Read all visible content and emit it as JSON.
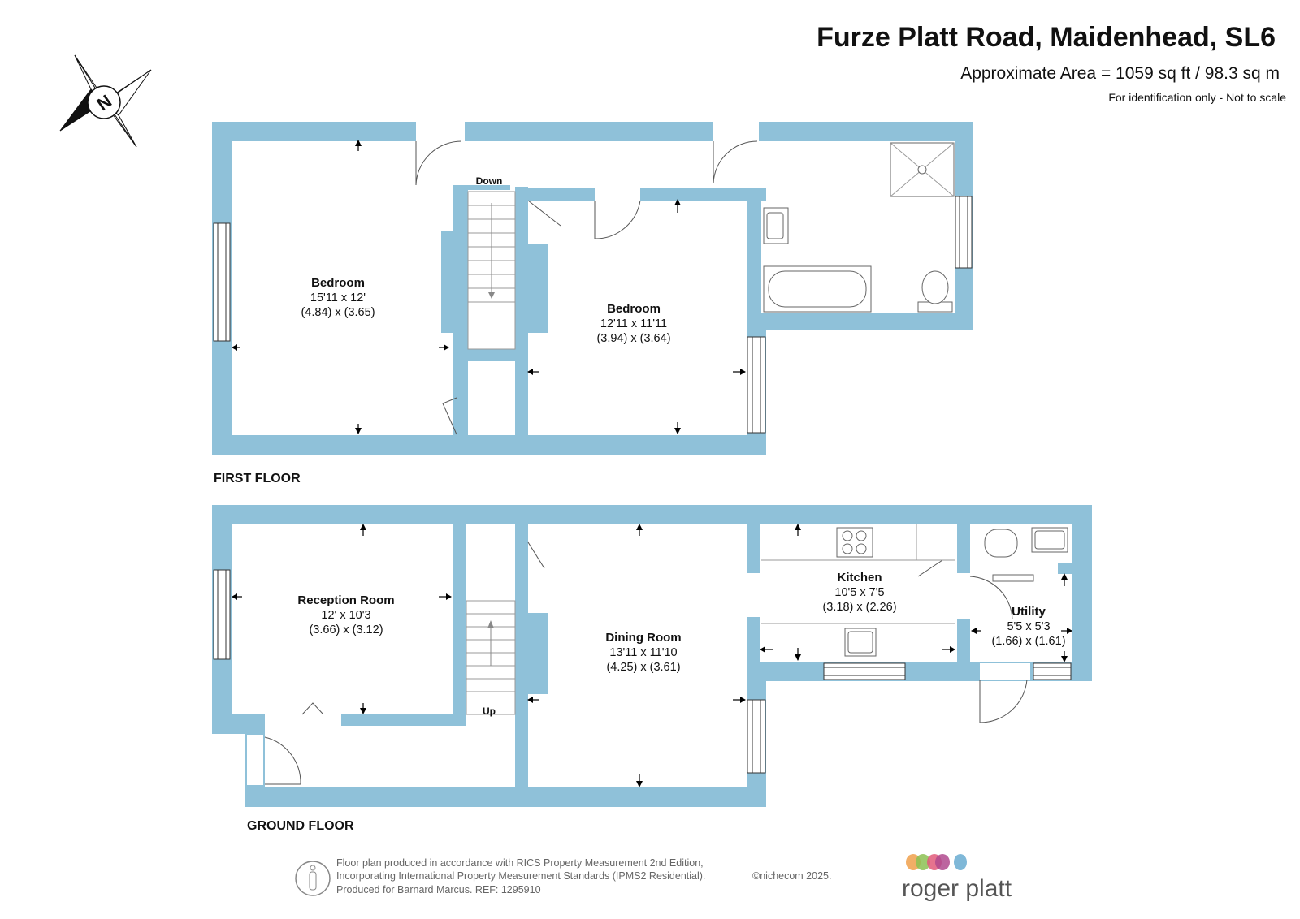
{
  "header": {
    "title": "Furze Platt Road, Maidenhead, SL6",
    "area": "Approximate Area = 1059 sq ft / 98.3 sq m",
    "note": "For identification only - Not to scale"
  },
  "compass": {
    "label": "N"
  },
  "first_floor": {
    "label": "FIRST FLOOR",
    "stairs_label": "Down",
    "bedroom_1": {
      "name": "Bedroom",
      "dim_imperial": "15'11 x 12'",
      "dim_metric": "(4.84) x (3.65)"
    },
    "bedroom_2": {
      "name": "Bedroom",
      "dim_imperial": "12'11 x 11'11",
      "dim_metric": "(3.94) x (3.64)"
    }
  },
  "ground_floor": {
    "label": "GROUND FLOOR",
    "stairs_label": "Up",
    "reception": {
      "name": "Reception Room",
      "dim_imperial": "12' x 10'3",
      "dim_metric": "(3.66) x (3.12)"
    },
    "dining": {
      "name": "Dining Room",
      "dim_imperial": "13'11 x 11'10",
      "dim_metric": "(4.25) x (3.61)"
    },
    "kitchen": {
      "name": "Kitchen",
      "dim_imperial": "10'5 x 7'5",
      "dim_metric": "(3.18) x (2.26)"
    },
    "utility": {
      "name": "Utility",
      "dim_imperial": "5'5 x 5'3",
      "dim_metric": "(1.66) x (1.61)"
    }
  },
  "footer": {
    "line1": "Floor plan produced in accordance with RICS Property Measurement 2nd Edition,",
    "line2": "Incorporating International Property Measurement Standards (IPMS2 Residential).",
    "copyright": "©nichecom 2025.",
    "line3": "Produced for Barnard Marcus.   REF:  1295910",
    "logo_text": "roger platt",
    "logo_colors": [
      "#f0a04b",
      "#8cc152",
      "#e25a7a",
      "#b04a8e",
      "#7fb8d8"
    ]
  }
}
